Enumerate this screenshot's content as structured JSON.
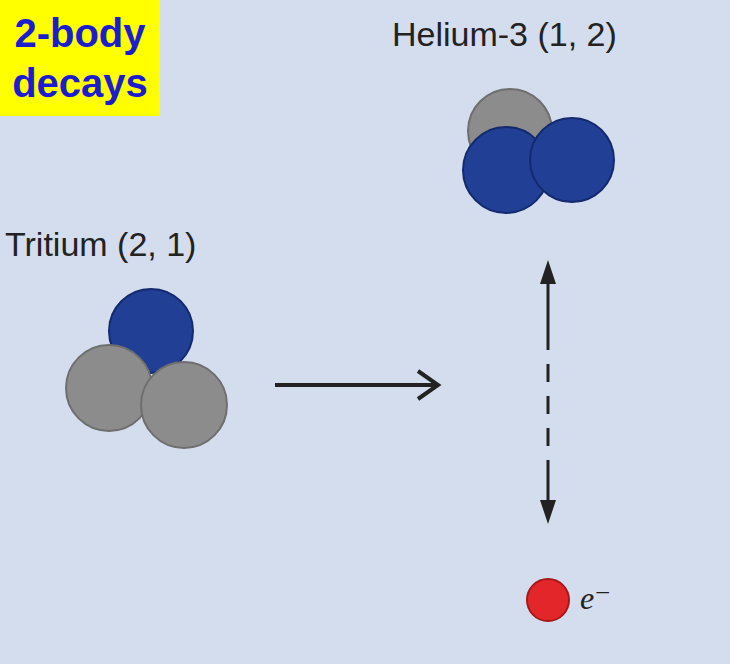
{
  "diagram": {
    "nodes": [
      {
        "text": [
          "2-body decays"
        ]
      },
      {
        "text": [
          "Helium-3 (1, 2)"
        ]
      },
      {
        "text": [
          "Tritium (2, 1)"
        ]
      },
      {
        "text": [
          "e⁻"
        ]
      }
    ],
    "edges": [
      {
        "from": 1,
        "to": 3,
        "arrow": "both"
      }
    ]
  }
}
